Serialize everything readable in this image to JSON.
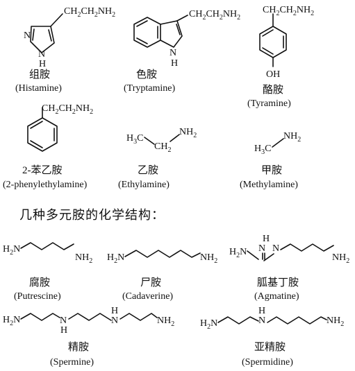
{
  "section_heading": "几种多元胺的化学结构：",
  "compounds": [
    {
      "cn": "组胺",
      "en": "(Histamine)",
      "sidechain": "CH2CH2NH2",
      "ring_N": "N",
      "ring_NH": "N",
      "ring_H": "H"
    },
    {
      "cn": "色胺",
      "en": "(Tryptamine)",
      "sidechain": "CH2CH2NH2",
      "ring_N": "N",
      "ring_H": "H"
    },
    {
      "cn": "酪胺",
      "en": "(Tyramine)",
      "sidechain": "CH2CH2NH2",
      "substituent": "OH"
    },
    {
      "cn": "2-苯乙胺",
      "en": "(2-phenylethylamine)",
      "sidechain": "CH2CH2NH2"
    },
    {
      "cn": "乙胺",
      "en": "(Ethylamine)",
      "left": "H3C",
      "mid": "CH2",
      "right": "NH2"
    },
    {
      "cn": "甲胺",
      "en": "(Methylamine)",
      "left": "H3C",
      "right": "NH2"
    },
    {
      "cn": "腐胺",
      "en": "(Putrescine)",
      "left": "H2N",
      "right": "NH2"
    },
    {
      "cn": "尸胺",
      "en": "(Cadaverine)",
      "left": "H2N",
      "right": "NH2"
    },
    {
      "cn": "胍基丁胺",
      "en": "(Agmatine)",
      "left": "H2N",
      "nh": "NH",
      "n": "N",
      "h": "H",
      "right": "NH2"
    },
    {
      "cn": "精胺",
      "en": "(Spermine)",
      "left": "H2N",
      "n": "N",
      "h": "H",
      "right": "NH2"
    },
    {
      "cn": "亚精胺",
      "en": "(Spermidine)",
      "left": "H2N",
      "n": "N",
      "h": "H",
      "right": "NH2"
    }
  ]
}
